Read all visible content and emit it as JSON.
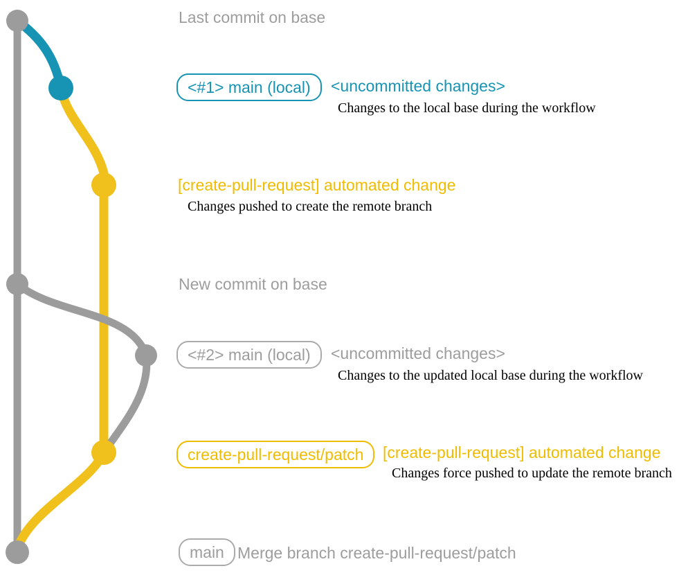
{
  "colors": {
    "gray": "#9C9C9C",
    "teal": "#1793B4",
    "yellow_line": "#F0C11C",
    "yellow_text": "#F0BC00",
    "caption_text": "#000000"
  },
  "annotations": {
    "last_commit_on_base": "Last commit on base",
    "new_commit_on_base": "New commit on base"
  },
  "row1": {
    "branch_tag": "<#1> main (local)",
    "status": "<uncommitted changes>",
    "caption": "Changes to the local base during the workflow"
  },
  "row2": {
    "title": "[create-pull-request] automated change",
    "caption": "Changes pushed to create the remote branch"
  },
  "row3": {
    "branch_tag": "<#2> main (local)",
    "status": "<uncommitted changes>",
    "caption": "Changes to the updated local base during the workflow"
  },
  "row4": {
    "branch_tag": "create-pull-request/patch",
    "title": "[create-pull-request] automated change",
    "caption": "Changes force pushed to update the remote branch"
  },
  "row5": {
    "branch_tag": "main",
    "message": "Merge branch create-pull-request/patch"
  },
  "graph": {
    "branches": [
      {
        "name": "base",
        "color": "#9C9C9C"
      },
      {
        "name": "main (local)",
        "color": "#1793B4"
      },
      {
        "name": "create-pull-request/patch",
        "color": "#F0C11C"
      }
    ],
    "commit_nodes": [
      {
        "id": "base-top",
        "color": "gray",
        "annotation": "Last commit on base"
      },
      {
        "id": "main-local-1",
        "color": "teal",
        "annotation": "<#1> main (local) <uncommitted changes>"
      },
      {
        "id": "cpr-commit-1",
        "color": "yellow",
        "annotation": "[create-pull-request] automated change"
      },
      {
        "id": "base-new",
        "color": "gray",
        "annotation": "New commit on base"
      },
      {
        "id": "main-local-2",
        "color": "gray",
        "annotation": "<#2> main (local) <uncommitted changes>"
      },
      {
        "id": "cpr-commit-2",
        "color": "yellow",
        "annotation": "create-pull-request/patch — [create-pull-request] automated change"
      },
      {
        "id": "base-merge",
        "color": "gray",
        "annotation": "main — Merge branch create-pull-request/patch"
      }
    ]
  }
}
